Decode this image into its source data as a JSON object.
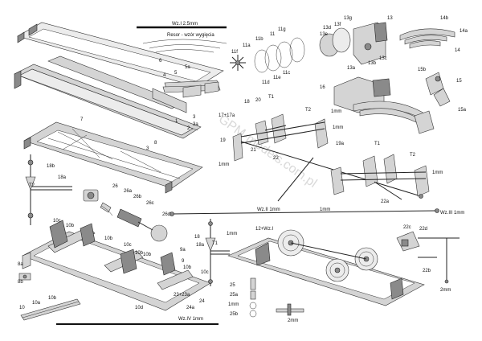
{
  "watermark": "GPM-models.com.pl",
  "scale_bars": {
    "wz1": "Wz.I  2.5mm",
    "wz2": "Wz.II  1mm",
    "wz3": "Wz.III  1mm",
    "wz4": "Wz.IV  1mm"
  },
  "notes": {
    "resor": "Resor - wzór wygięcia",
    "mm": "1mm",
    "mm2": "2mm",
    "plus": "12+Wz.I"
  },
  "labels": {
    "p1": "1",
    "p2": "2",
    "p3": "3",
    "p3a": "3a",
    "p4": "4",
    "p5": "5",
    "p5a": "5a",
    "p6": "6",
    "p7": "7",
    "p8": "8",
    "p8a": "8a",
    "p8b": "8b",
    "p9": "9",
    "p9a": "9a",
    "p10": "10",
    "p10a": "10a",
    "p10b": "10b",
    "p10c": "10c",
    "p10d": "10d",
    "p11": "11",
    "p11a": "11a",
    "p11b": "11b",
    "p11c": "11c",
    "p11d": "11d",
    "p11e": "11e",
    "p11f": "11f",
    "p11g": "11g",
    "p13": "13",
    "p13a": "13a",
    "p13b": "13b",
    "p13c": "13c",
    "p13d": "13d",
    "p13e": "13e",
    "p13f": "13f",
    "p13g": "13g",
    "p14": "14",
    "p14a": "14a",
    "p14b": "14b",
    "p15": "15",
    "p15a": "15a",
    "p15b": "15b",
    "p16": "16",
    "p17": "17+17a",
    "p18": "18",
    "p18a": "18a",
    "p18b": "18b",
    "p19": "19",
    "p19a": "19a",
    "p20": "20",
    "p21": "21",
    "p22": "22",
    "p22a": "22a",
    "p22b": "22b",
    "p22c": "22c",
    "p22d": "22d",
    "p23": "23+23a",
    "p24": "24",
    "p24a": "24a",
    "p25": "25",
    "p25a": "25a",
    "p25b": "25b",
    "p26": "26",
    "p26a": "26a",
    "p26b": "26b",
    "p26c": "26c",
    "p26d": "26d",
    "t1": "T1",
    "t2": "T2"
  },
  "colors": {
    "line": "#222222",
    "part": "#d4d4d4",
    "dark": "#8a8a8a"
  }
}
